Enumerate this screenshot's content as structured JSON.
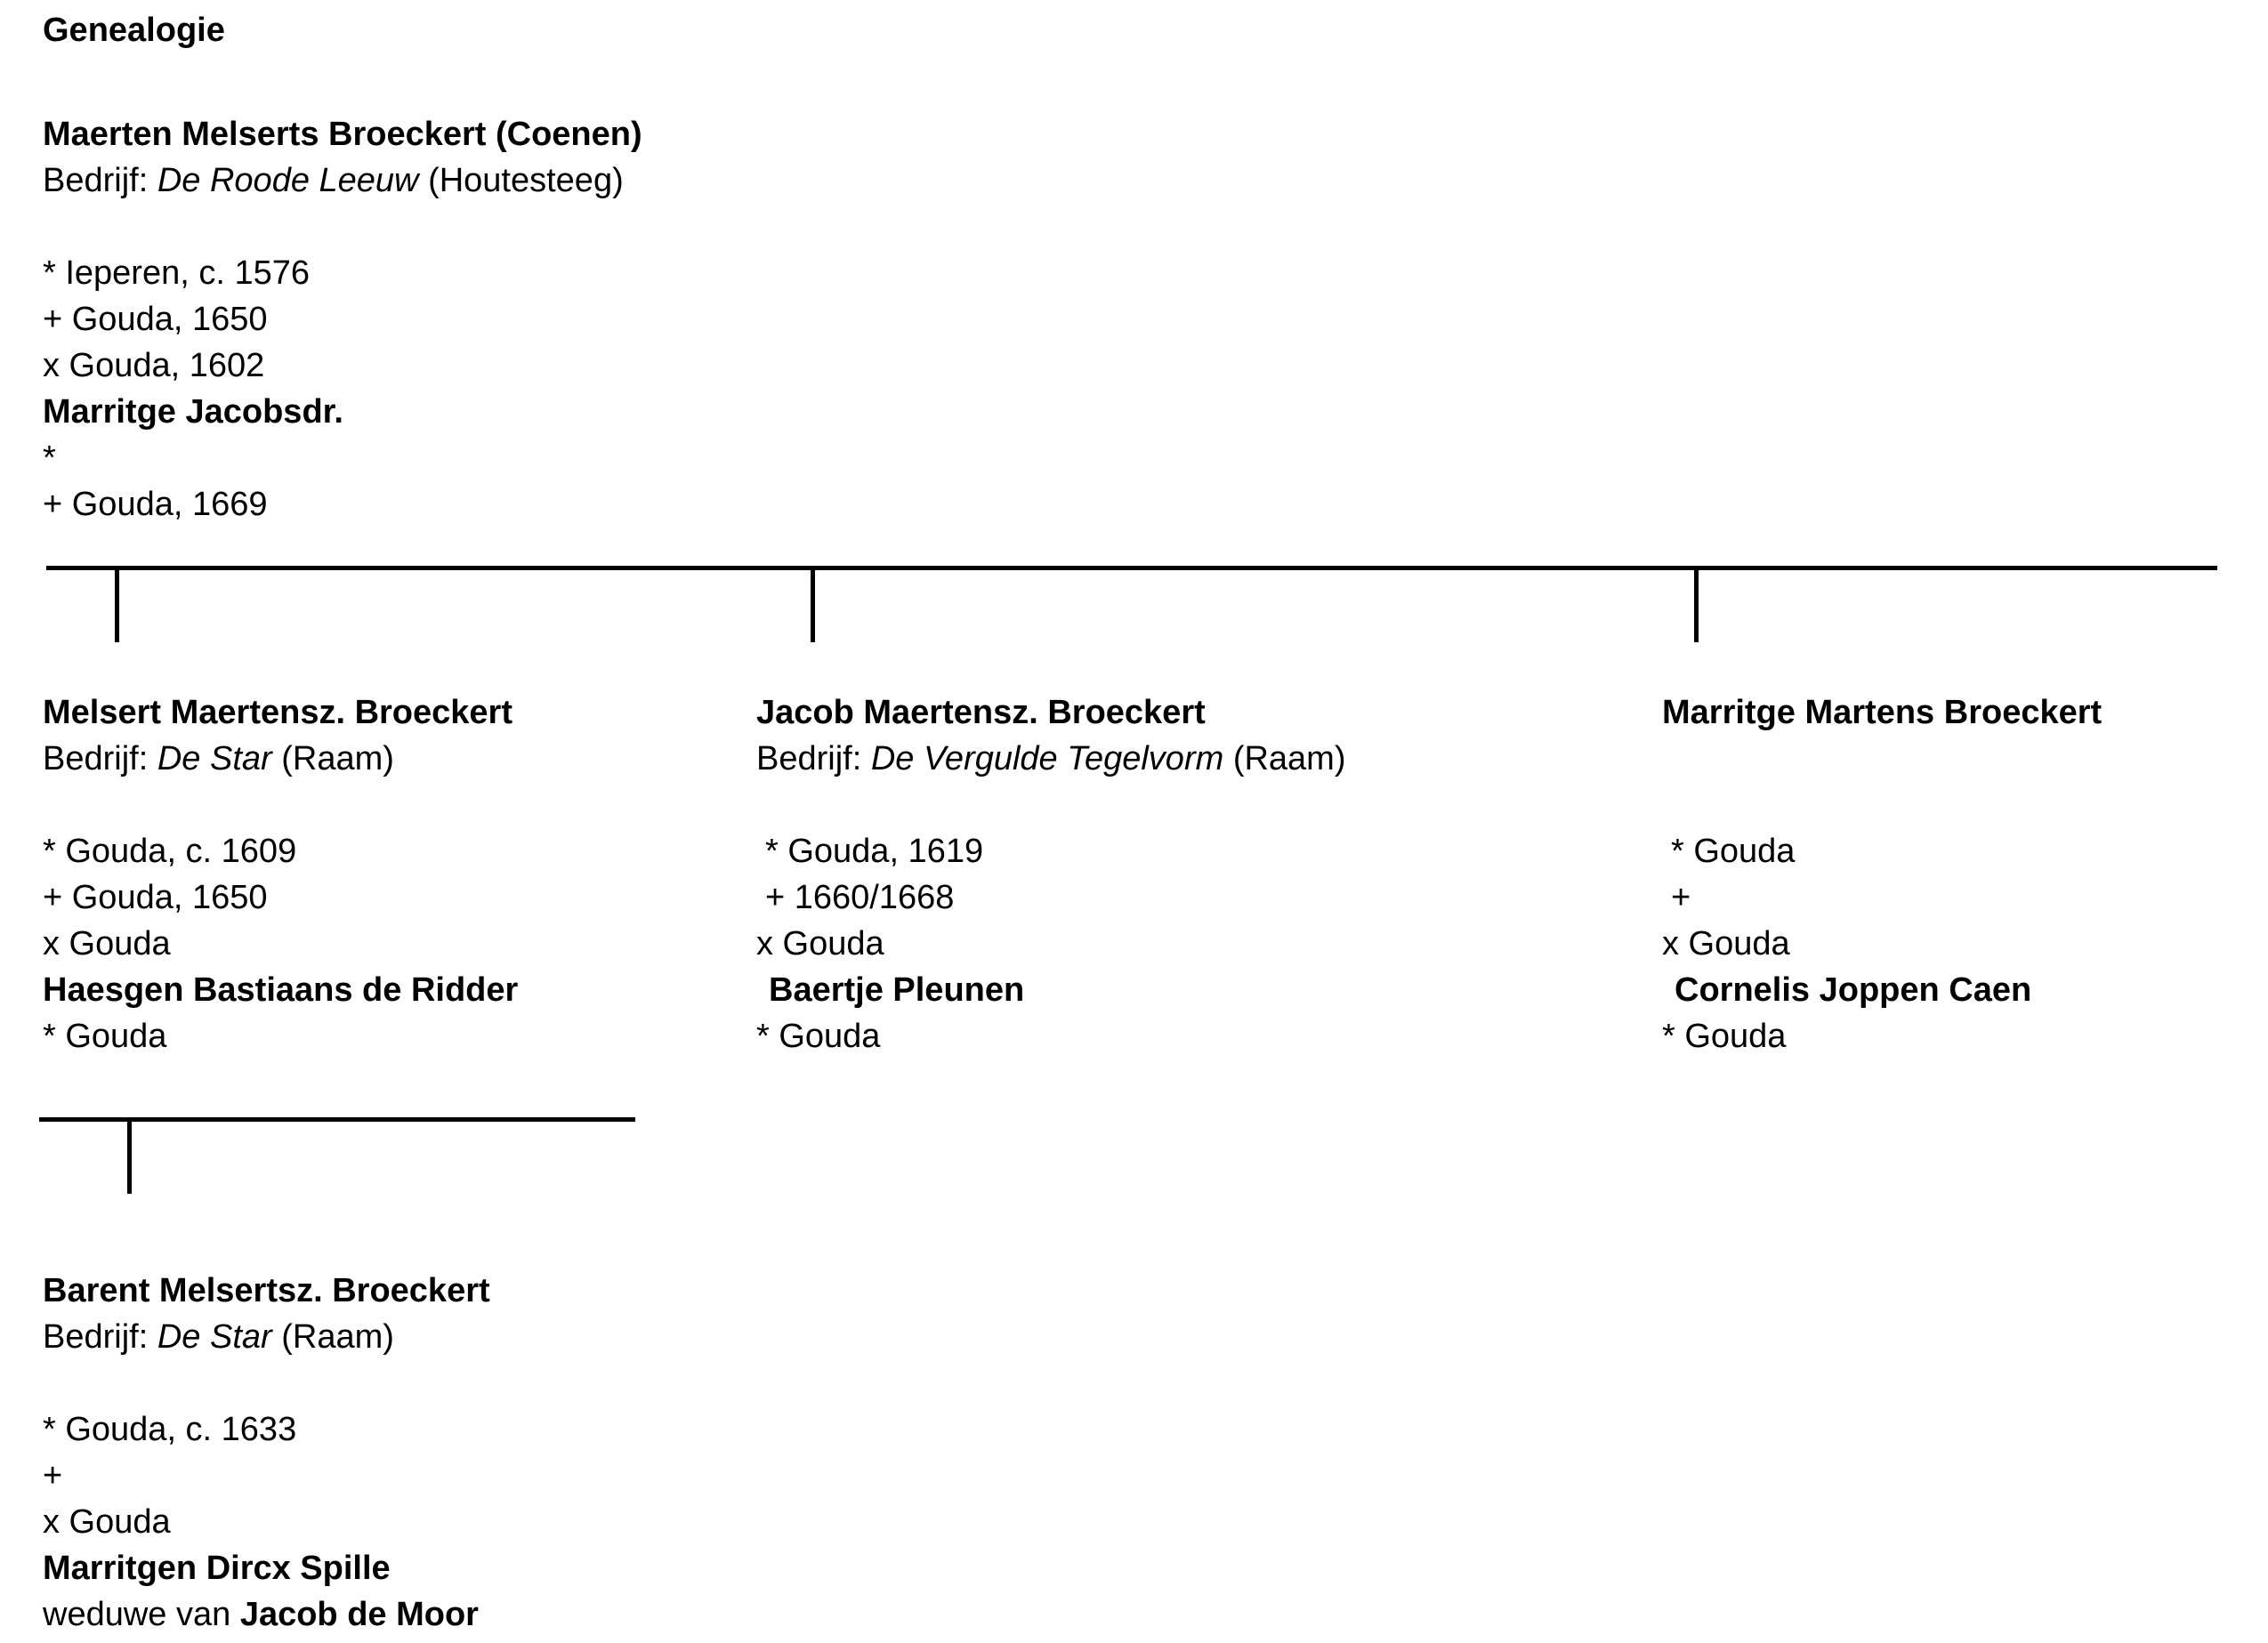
{
  "document": {
    "heading": "Genealogie"
  },
  "root": {
    "name": "Maerten Melserts Broeckert (Coenen)",
    "business_label": "Bedrijf:",
    "business_name": "De Roode Leeuw",
    "business_location": "(Houtesteeg)",
    "birth": "* Ieperen, c. 1576",
    "death": "+ Gouda, 1650",
    "marriage": "x Gouda, 1602",
    "spouse_name": "Marritge Jacobsdr.",
    "spouse_birth": "*",
    "spouse_death": "+ Gouda, 1669"
  },
  "children": [
    {
      "name": "Melsert Maertensz. Broeckert",
      "business_label": "Bedrijf:",
      "business_name": "De Star",
      "business_location": "(Raam)",
      "birth": "* Gouda, c. 1609",
      "death": "+ Gouda, 1650",
      "marriage": "x Gouda",
      "spouse_name": "Haesgen Bastiaans de Ridder",
      "spouse_birth": "* Gouda"
    },
    {
      "name": "Jacob Maertensz. Broeckert",
      "business_label": "Bedrijf:",
      "business_name": "De Vergulde Tegelvorm",
      "business_location": "(Raam)",
      "birth": "* Gouda, 1619",
      "death": "+ 1660/1668",
      "marriage": "x Gouda",
      "spouse_name": "Baertje Pleunen",
      "spouse_birth": "* Gouda"
    },
    {
      "name": "Marritge Martens Broeckert",
      "business_label": "",
      "business_name": "",
      "business_location": "",
      "birth": "* Gouda",
      "death": "+",
      "marriage": "x Gouda",
      "spouse_name": "Cornelis Joppen Caen",
      "spouse_birth": "* Gouda"
    }
  ],
  "grandchildren": [
    {
      "name": "Barent Melsertsz. Broeckert",
      "business_label": "Bedrijf:",
      "business_name": "De Star",
      "business_location": "(Raam)",
      "birth": "* Gouda, c. 1633",
      "death": "+",
      "marriage": "x Gouda",
      "spouse_name": "Marritgen Dircx Spille",
      "spouse_note_prefix": "weduwe van",
      "spouse_note_name": "Jacob de Moor"
    }
  ],
  "style": {
    "line_color": "#000000",
    "text_color": "#000000",
    "background": "#ffffff"
  }
}
